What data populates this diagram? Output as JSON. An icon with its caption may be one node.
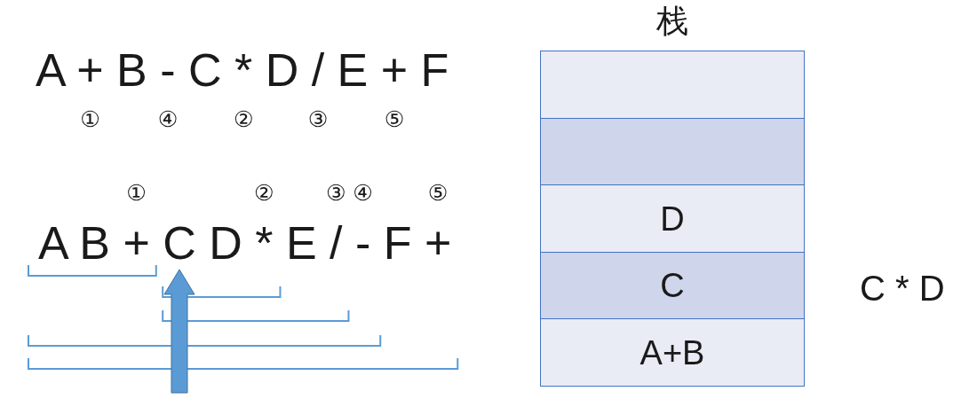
{
  "diagram": {
    "nodes": [
      {
        "text": [
          "栈"
        ]
      },
      {
        "text": [],
        "shape": "box",
        "in": 0
      },
      {
        "text": [],
        "shape": "box",
        "in": 0
      },
      {
        "text": [
          "D"
        ],
        "in": 0
      },
      {
        "text": [
          "C"
        ],
        "in": 0
      },
      {
        "text": [
          "A+B"
        ],
        "in": 0
      }
    ],
    "labels": [
      "A + B - C * D / E + F",
      "①",
      "④",
      "②",
      "③",
      "⑤",
      "①",
      "②",
      "③",
      "④",
      "⑤",
      "A B + C D * E / - F +",
      "C * D"
    ]
  }
}
